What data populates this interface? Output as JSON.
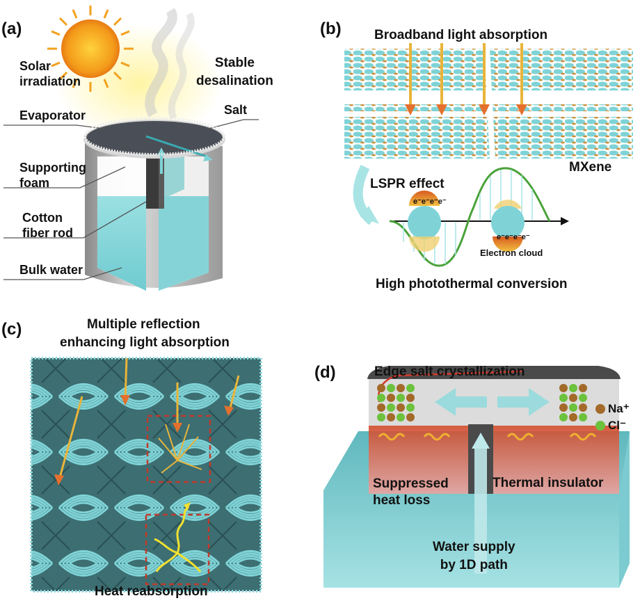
{
  "panel_a": {
    "label": "(a)",
    "solar": "Solar\nirradiation",
    "stable": "Stable\ndesalination",
    "salt": "Salt",
    "evaporator": "Evaporator",
    "foam": "Supporting\nfoam",
    "cotton": "Cotton\nfiber rod",
    "bulk": "Bulk water"
  },
  "panel_b": {
    "label": "(b)",
    "title": "Broadband light absorption",
    "mxene": "MXene",
    "lspr": "LSPR effect",
    "electrons_top": "e⁻e⁻e⁻e⁻",
    "electrons_bottom": "e⁻e⁻e⁻e⁻",
    "electron_cloud": "Electron cloud",
    "bottom": "High photothermal conversion"
  },
  "panel_c": {
    "label": "(c)",
    "title_line1": "Multiple reflection",
    "title_line2": "enhancing light absorption",
    "bottom": "Heat reabsorption"
  },
  "panel_d": {
    "label": "(d)",
    "title": "Edge salt crystallization",
    "na": "Na⁺",
    "cl": "Cl⁻",
    "suppressed": "Suppressed\nheat loss",
    "insulator": "Thermal insulator",
    "water_supply": "Water supply\nby 1D path"
  },
  "colors": {
    "cyan": "#7fd3d6",
    "cyan_dark": "#3aa9b0",
    "orange": "#e4702d",
    "gold": "#e9b43a",
    "red_dash": "#c0392b",
    "green": "#3fa13c",
    "salmon": "#e9a3a0",
    "water": "#8fd6da"
  }
}
